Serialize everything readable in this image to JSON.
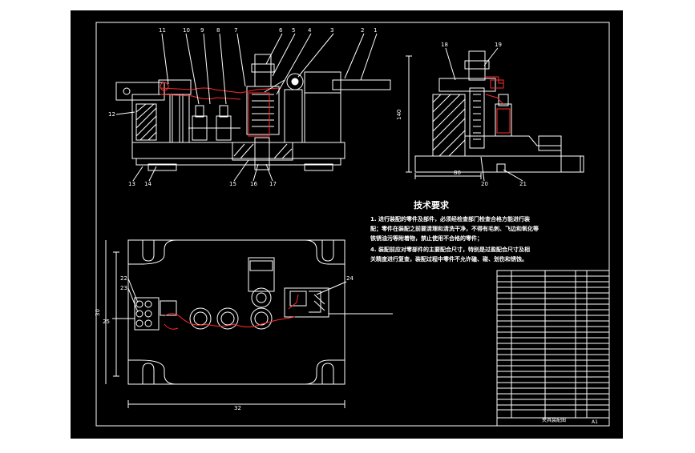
{
  "drawing": {
    "colors": {
      "background": "#000000",
      "page": "#ffffff",
      "line": "#ffffff",
      "highlight": "#ff2a2a"
    },
    "tech_requirements": {
      "title": "技术要求",
      "lines": [
        "1. 进行装配的零件及部件，必须经检查部门检查合格方能进行装",
        "配；零件在装配之前要清理和清洗干净，不得有毛刺、飞边和氧化等",
        "铁锈油污等附着物，禁止使用不合格的零件；",
        "4. 装配前应对零部件的主要配合尺寸，特别是过盈配合尺寸及相",
        "关精度进行复查，装配过程中零件不允许磕、碰、划伤和锈蚀。"
      ]
    },
    "front_view_labels": [
      "11",
      "10",
      "9",
      "8",
      "7",
      "6",
      "5",
      "4",
      "3",
      "2",
      "1",
      "12",
      "13",
      "14",
      "15",
      "16",
      "17"
    ],
    "side_view_labels": [
      "18",
      "19",
      "20",
      "21"
    ],
    "side_dimensions": {
      "height": "140",
      "width": "80"
    },
    "top_view_labels": [
      "22",
      "23",
      "24",
      "25"
    ],
    "top_dimensions": {
      "length": "32",
      "width": "30"
    },
    "title_block": {
      "name": "夹具装配图",
      "scale": "A1"
    }
  }
}
